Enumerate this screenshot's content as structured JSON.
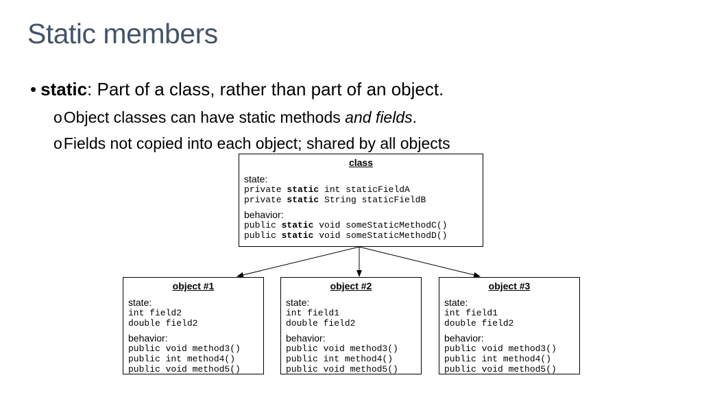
{
  "slide": {
    "title": "Static members",
    "bullets": {
      "main_keyword": "static",
      "main_rest": ": Part of a class, rather than part of an object.",
      "sub1_marker": "o",
      "sub1_text": "Object classes can have static methods ",
      "sub1_italic": "and fields",
      "sub1_end": ".",
      "sub2_marker": "o",
      "sub2_text": "Fields not copied into each object; shared by all objects"
    }
  },
  "diagram": {
    "class_box": {
      "title": "class",
      "state_label": "state:",
      "state_lines": [
        {
          "pre": "private ",
          "kw": "static",
          "post": " int staticFieldA"
        },
        {
          "pre": "private ",
          "kw": "static",
          "post": " String staticFieldB"
        }
      ],
      "behavior_label": "behavior:",
      "behavior_lines": [
        {
          "pre": "public ",
          "kw": "static",
          "post": " void someStaticMethodC()"
        },
        {
          "pre": "public ",
          "kw": "static",
          "post": " void someStaticMethodD()"
        }
      ]
    },
    "objects": [
      {
        "title": "object #1",
        "state_label": "state:",
        "state_lines": [
          "int field2",
          "double field2"
        ],
        "behavior_label": "behavior:",
        "behavior_lines": [
          "public void method3()",
          "public int method4()",
          "public void method5()"
        ]
      },
      {
        "title": "object #2",
        "state_label": "state:",
        "state_lines": [
          "int field1",
          "double field2"
        ],
        "behavior_label": "behavior:",
        "behavior_lines": [
          "public void method3()",
          "public int method4()",
          "public void method5()"
        ]
      },
      {
        "title": "object #3",
        "state_label": "state:",
        "state_lines": [
          "int field1",
          "double field2"
        ],
        "behavior_label": "behavior:",
        "behavior_lines": [
          "public void method3()",
          "public int method4()",
          "public void method5()"
        ]
      }
    ]
  }
}
